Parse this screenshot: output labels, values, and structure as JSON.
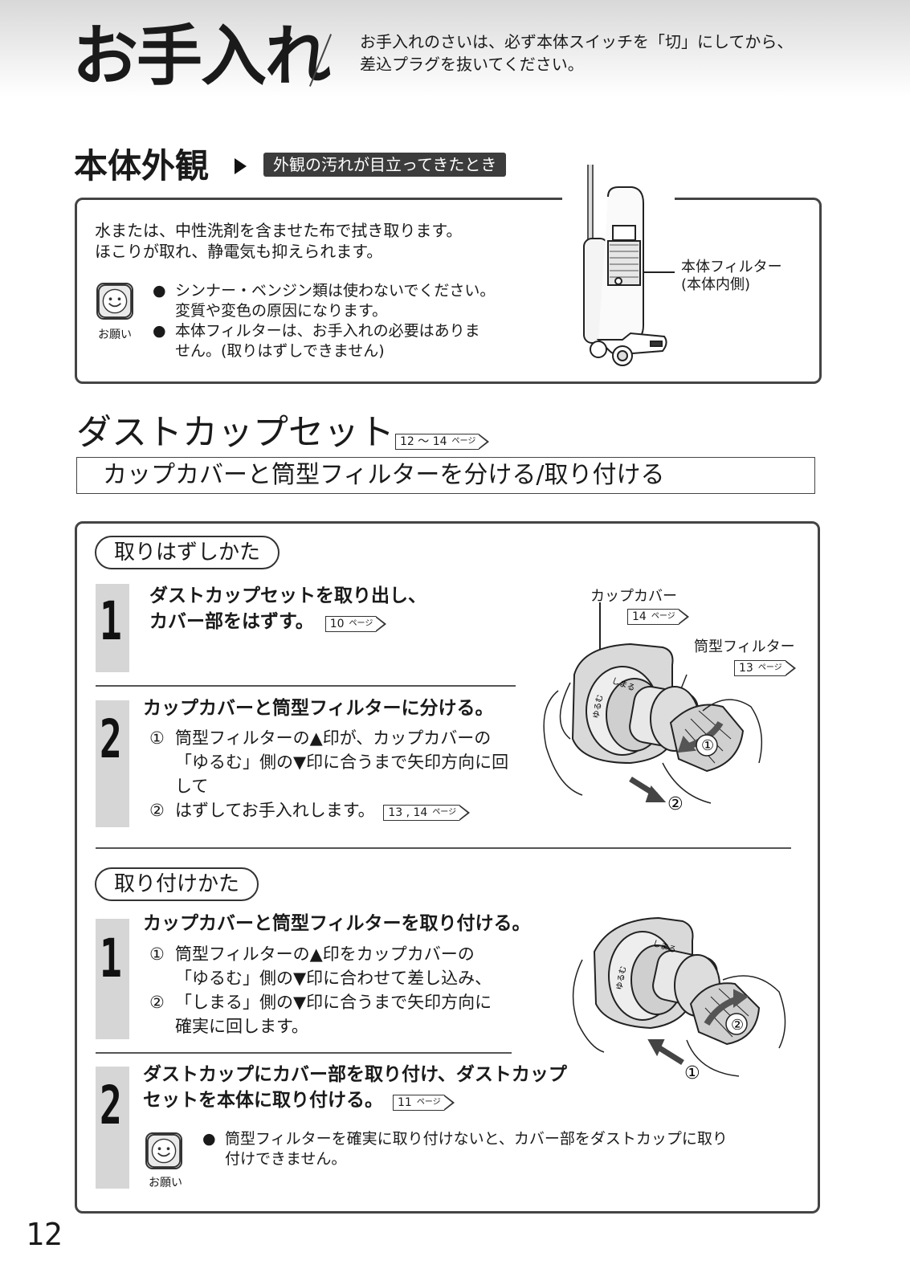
{
  "header": {
    "title": "お手入れ",
    "note_line1": "お手入れのさいは、必ず本体スイッチを「切」にしてから、",
    "note_line2": "差込プラグを抜いてください。"
  },
  "exterior": {
    "title": "本体外観",
    "tag": "外観の汚れが目立ってきたとき",
    "text_line1": "水または、中性洗剤を含ませた布で拭き取ります。",
    "text_line2": "ほこりが取れ、静電気も抑えられます。",
    "request_label": "お願い",
    "bullet1_line1": "シンナー・ベンジン類は使わないでください。",
    "bullet1_line2": "変質や変色の原因になります。",
    "bullet2_line1": "本体フィルターは、お手入れの必要はありま",
    "bullet2_line2": "せん。(取りはずしできません)",
    "filter_label_line1": "本体フィルター",
    "filter_label_line2": "(本体内側)"
  },
  "dustcup": {
    "title": "ダストカップセット",
    "title_ref": "12 ～ 14",
    "subtitle": "カップカバーと筒型フィルターを分ける/取り付ける"
  },
  "pageref_unit": "ページ",
  "removal": {
    "pill": "取りはずしかた",
    "step1_num": "1",
    "step1_line1": "ダストカップセットを取り出し、",
    "step1_line2": "カバー部をはずす。",
    "step1_ref": "10",
    "step2_num": "2",
    "step2_head": "カップカバーと筒型フィルターに分ける。",
    "step2_sub1_mark": "①",
    "step2_sub1_line1": "筒型フィルターの▲印が、カップカバーの",
    "step2_sub1_line2": "「ゆるむ」側の▼印に合うまで矢印方向に回",
    "step2_sub1_line3": "して",
    "step2_sub2_mark": "②",
    "step2_sub2_line1": "はずしてお手入れします。",
    "step2_ref": "13 , 14",
    "label_cup_cover": "カップカバー",
    "label_cup_cover_ref": "14",
    "label_filter": "筒型フィルター",
    "label_filter_ref": "13",
    "fig_mark1": "①",
    "fig_mark2": "②",
    "fig_dial_text1": "しまる",
    "fig_dial_text2": "ゆるむ"
  },
  "attach": {
    "pill": "取り付けかた",
    "step1_num": "1",
    "step1_head": "カップカバーと筒型フィルターを取り付ける。",
    "step1_sub1_mark": "①",
    "step1_sub1_line1": "筒型フィルターの▲印をカップカバーの",
    "step1_sub1_line2": "「ゆるむ」側の▼印に合わせて差し込み、",
    "step1_sub2_mark": "②",
    "step1_sub2_line1": "「しまる」側の▼印に合うまで矢印方向に",
    "step1_sub2_line2": "確実に回します。",
    "step2_num": "2",
    "step2_line1": "ダストカップにカバー部を取り付け、ダストカップ",
    "step2_line2": "セットを本体に取り付ける。",
    "step2_ref": "11",
    "request_label": "お願い",
    "note_line1": "筒型フィルターを確実に取り付けないと、カバー部をダストカップに取り",
    "note_line2": "付けできません。",
    "fig_mark1": "①",
    "fig_mark2": "②",
    "fig_dial_text1": "しまる",
    "fig_dial_text2": "ゆるむ"
  },
  "page_number": "12"
}
